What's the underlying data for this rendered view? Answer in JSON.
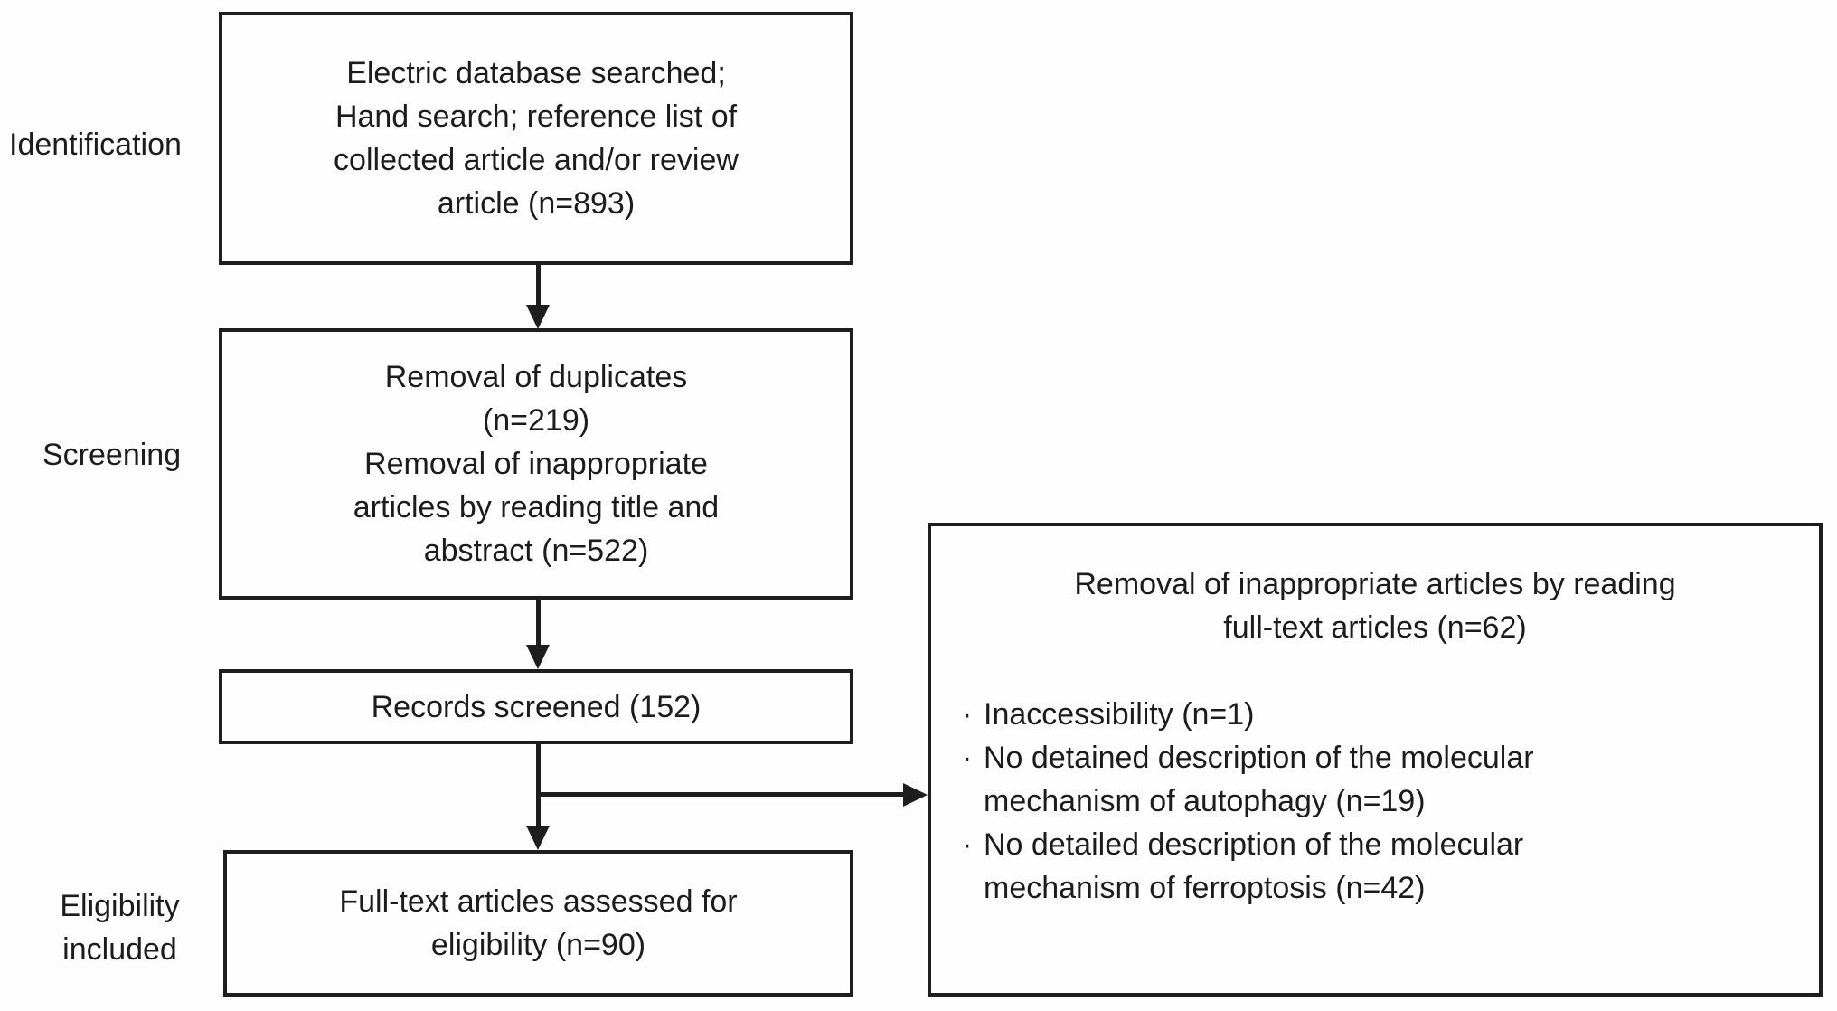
{
  "glyphs": {
    "bullet": "·"
  },
  "colors": {
    "ink": "#1e1e1e",
    "background": "#fdfdfd",
    "box_fill": "#fefefe"
  },
  "stage_labels": {
    "identification": "Identification",
    "screening": "Screening",
    "eligibility_line1": "Eligibility",
    "eligibility_line2": "included"
  },
  "boxes": {
    "search": {
      "lines": [
        "Electric database searched;",
        "Hand search; reference list of",
        "collected article and/or review",
        "article (n=893)"
      ]
    },
    "screening": {
      "lines": [
        "Removal of duplicates",
        "(n=219)",
        "Removal of inappropriate",
        "articles by reading title and",
        "abstract (n=522)"
      ]
    },
    "records": {
      "lines": [
        "Records screened (152)"
      ]
    },
    "fulltext": {
      "lines": [
        "Full-text articles assessed for",
        "eligibility (n=90)"
      ]
    },
    "exclusion": {
      "heading": [
        "Removal of inappropriate articles by reading",
        "full-text articles (n=62)"
      ],
      "bullets": [
        {
          "lines": [
            "Inaccessibility (n=1)"
          ]
        },
        {
          "lines": [
            "No detained description of the molecular",
            "mechanism of autophagy (n=19)"
          ]
        },
        {
          "lines": [
            "No detailed description of the molecular",
            "mechanism of ferroptosis (n=42)"
          ]
        }
      ]
    }
  }
}
